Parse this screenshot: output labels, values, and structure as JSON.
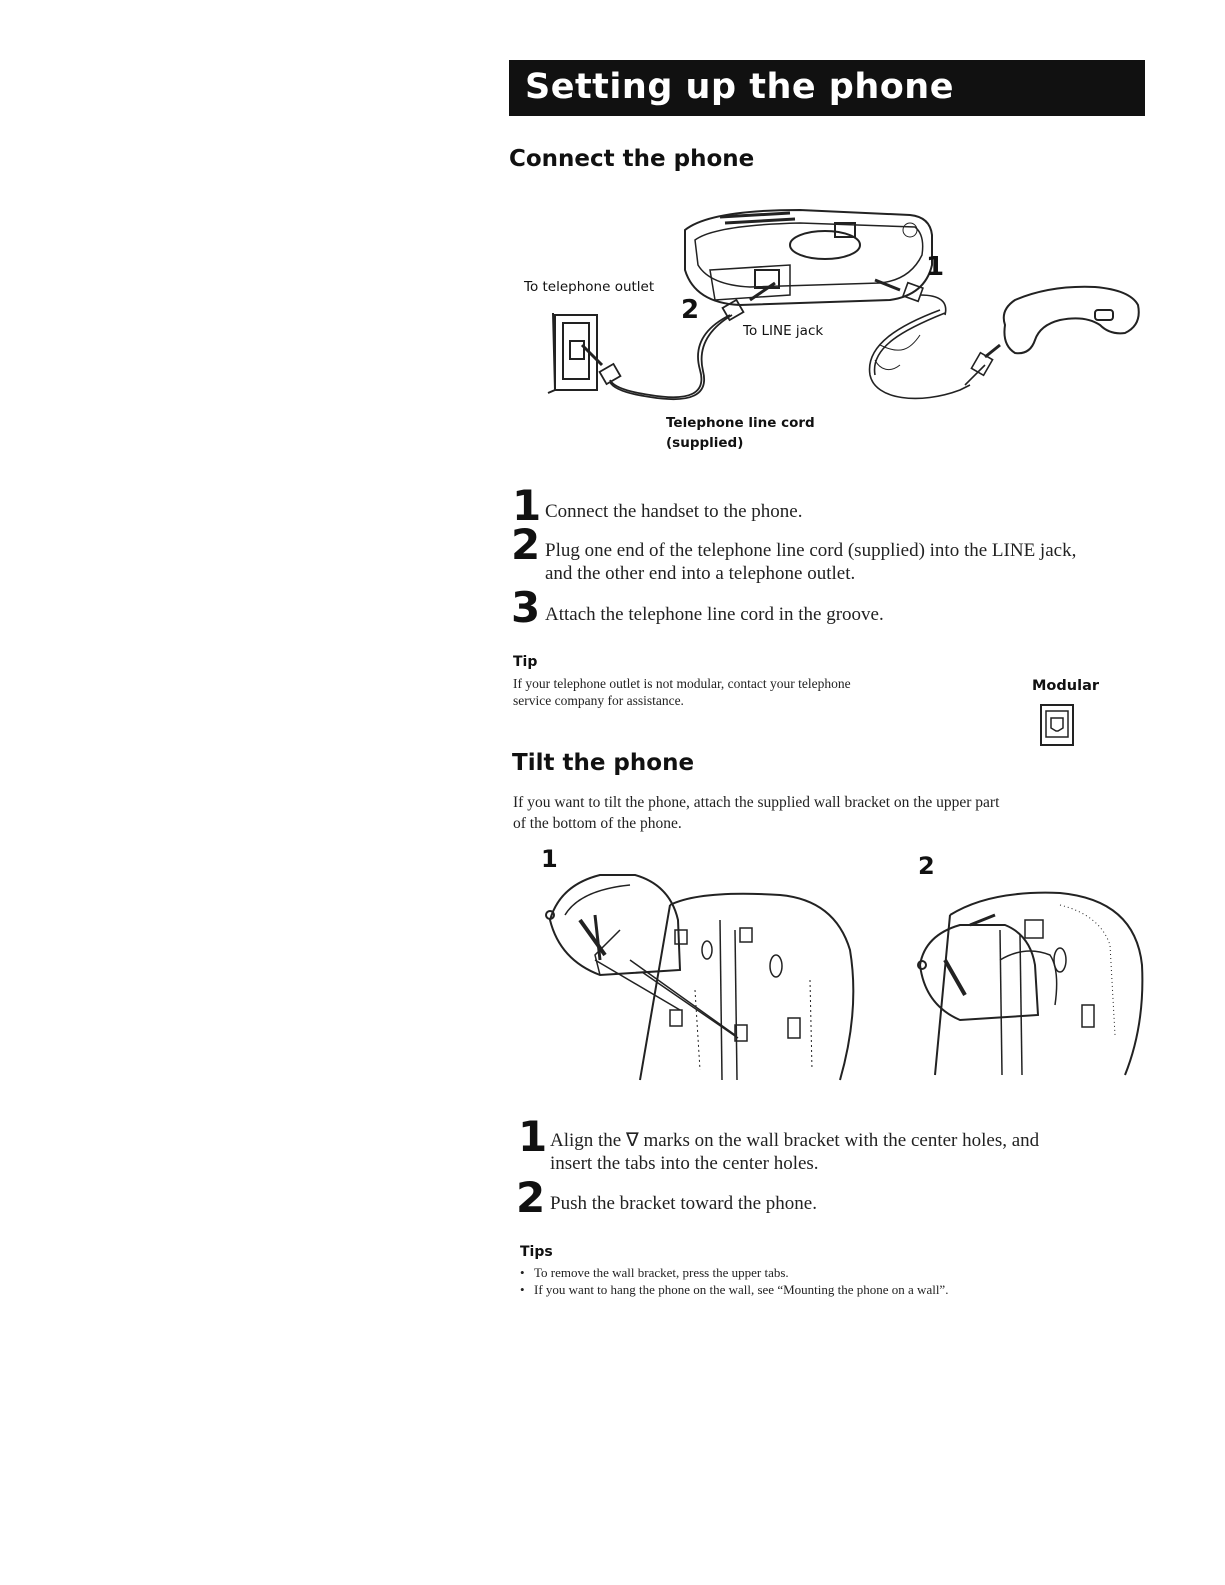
{
  "header": {
    "title": "Setting up the phone"
  },
  "connect": {
    "heading": "Connect the phone",
    "diagram": {
      "label_outlet": "To telephone outlet",
      "label_line_jack": "To LINE jack",
      "label_cord_1": "Telephone line cord",
      "label_cord_2": "(supplied)",
      "callout_1": "1",
      "callout_2": "2"
    },
    "steps": [
      {
        "num": "1",
        "text": "Connect the handset to the phone."
      },
      {
        "num": "2",
        "text_1": "Plug one end of the telephone line cord (supplied) into the LINE jack,",
        "text_2": "and the other end into a telephone outlet."
      },
      {
        "num": "3",
        "text": "Attach the telephone line cord in the groove."
      }
    ],
    "tip": {
      "heading": "Tip",
      "line_1": "If your telephone outlet is not modular, contact your telephone",
      "line_2": "service company for assistance.",
      "modular_label": "Modular"
    }
  },
  "tilt": {
    "heading": "Tilt the phone",
    "intro_1": "If you want to tilt the phone, attach the supplied wall bracket on the upper part",
    "intro_2": "of the bottom of the phone.",
    "figure_1_num": "1",
    "figure_2_num": "2",
    "steps": [
      {
        "num": "1",
        "text_1": "Align the ∇ marks on the wall bracket with the center holes, and",
        "text_2": "insert the tabs into the center holes."
      },
      {
        "num": "2",
        "text": "Push the bracket toward the phone."
      }
    ],
    "tips": {
      "heading": "Tips",
      "items": [
        "To remove the wall bracket, press the upper tabs.",
        "If you want to hang the phone on the wall, see “Mounting the phone on a wall”."
      ]
    }
  }
}
